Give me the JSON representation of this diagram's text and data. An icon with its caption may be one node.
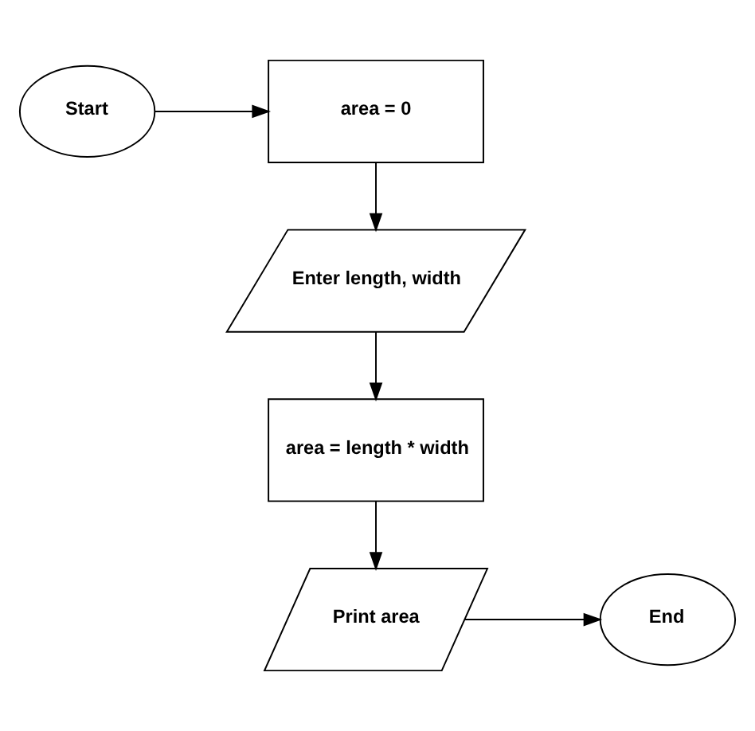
{
  "diagram": {
    "nodes": [
      {
        "text": [
          "Start"
        ]
      },
      {
        "text": [
          "area = 0"
        ]
      },
      {
        "text": [
          "Enter length, width"
        ]
      },
      {
        "text": [
          "area = length * width"
        ]
      },
      {
        "text": [
          "Print area"
        ]
      },
      {
        "text": [
          "End"
        ]
      }
    ],
    "edges": [
      {
        "from": 0,
        "to": 1,
        "arrow": "to"
      },
      {
        "from": 1,
        "to": 2,
        "arrow": "to"
      },
      {
        "from": 2,
        "to": 3,
        "arrow": "to"
      },
      {
        "from": 3,
        "to": 4,
        "arrow": "to"
      },
      {
        "from": 4,
        "to": 5,
        "arrow": "to"
      }
    ]
  }
}
